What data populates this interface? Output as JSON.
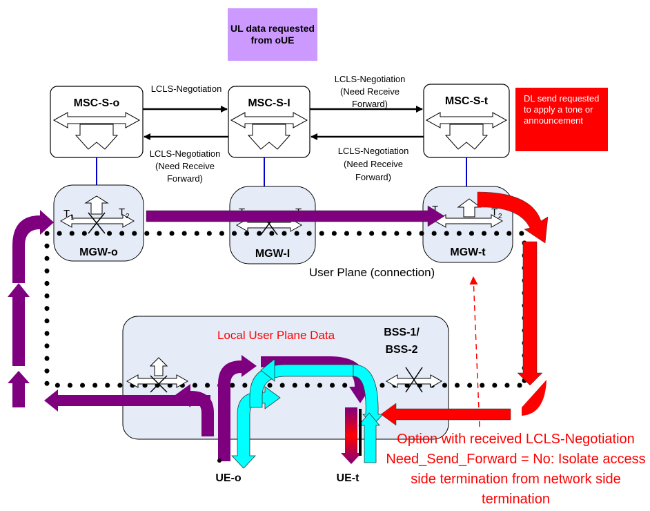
{
  "notes": {
    "ul_data": "UL data requested from oUE",
    "dl_send": "DL send requested to apply a tone or announcement",
    "option": "Option with received LCLS-Negotiation Need_Send_Forward = No: Isolate access side termination from network side termination"
  },
  "nodes": {
    "msc_o": "MSC-S-o",
    "msc_i": "MSC-S-I",
    "msc_t": "MSC-S-t",
    "mgw_o": "MGW-o",
    "mgw_i": "MGW-I",
    "mgw_t": "MGW-t",
    "bss_line1": "BSS-1/",
    "bss_line2": "BSS-2",
    "ue_o": "UE-o",
    "ue_t": "UE-t"
  },
  "terminations": {
    "t": "T",
    "sub1": "1",
    "sub2": "2"
  },
  "edge_labels": {
    "o_to_i": "LCLS-Negotiation",
    "i_to_o_line1": "LCLS-Negotiation",
    "i_to_o_line2": "(Need Receive",
    "i_to_o_line3": "Forward)",
    "i_to_t_line1": "LCLS-Negotiation",
    "i_to_t_line2": "(Need Receive",
    "i_to_t_line3": "Forward)",
    "t_to_i_line1": "LCLS-Negotiation",
    "t_to_i_line2": "(Need Receive",
    "t_to_i_line3": "Forward)"
  },
  "plane_labels": {
    "user_plane": "User Plane (connection)",
    "local_user_plane": "Local User Plane Data"
  },
  "colors": {
    "purple_flow": "#7f007f",
    "cyan_flow": "#00ffff",
    "red_flow": "#ff0000",
    "node_fill": "#e6ecf7",
    "note_purple": "#cc99ff",
    "note_red": "#ff0000",
    "control_link": "#0000cc"
  }
}
